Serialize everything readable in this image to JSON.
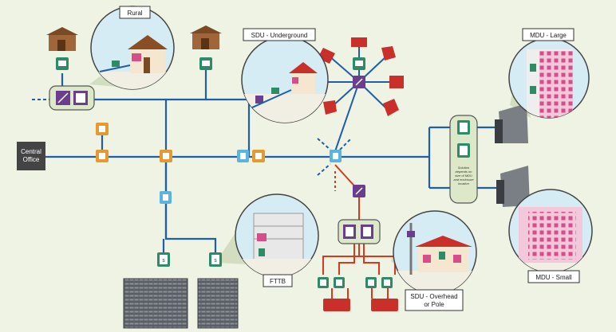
{
  "labels": {
    "rural": "Rural",
    "sdu_underground": "SDU - Underground",
    "mdu_large": "MDU - Large",
    "mdu_small": "MDU - Small",
    "fttb": "FTTB",
    "sdu_overhead_line1": "SDU - Overhead",
    "sdu_overhead_line2": "or Pole",
    "central_office_line1": "Central",
    "central_office_line2": "Office",
    "junction_note_line1": "Solution",
    "junction_note_line2": "depends on",
    "junction_note_line3": "size of MDU",
    "junction_note_line4": "and enclosure",
    "junction_note_line5": "location"
  },
  "splitter_text": "S",
  "colors": {
    "background": "#eef3e4",
    "feeder_cable": "#1f5ea8",
    "drop_cable": "#d63a1e",
    "node_green": "#2e8b68",
    "node_orange": "#e59a2f",
    "node_blue": "#5ab4e0",
    "node_purple": "#6a3d8f",
    "house_red": "#c9302a",
    "building_pink": "#d64d8a",
    "central_office": "#444444",
    "bubble_sky": "#d6ecf5"
  },
  "icons": [
    "house-icon",
    "splitter-icon",
    "closure-icon",
    "enclosure-icon",
    "cabinet-icon",
    "utility-pole-icon",
    "apartment-building-icon",
    "server-rack-icon"
  ]
}
